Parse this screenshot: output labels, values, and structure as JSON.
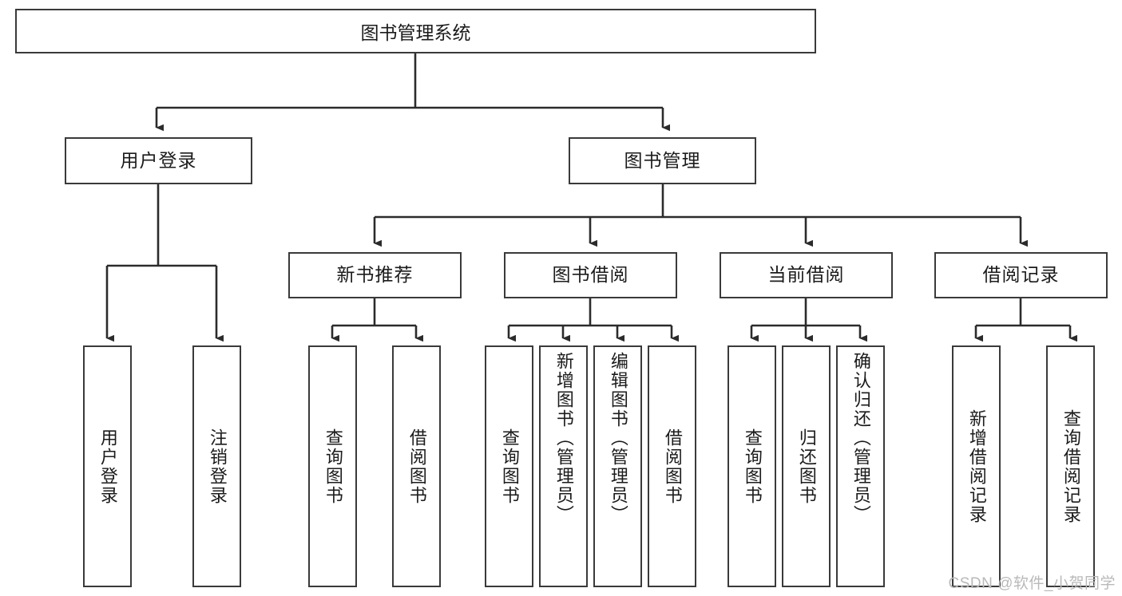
{
  "diagram": {
    "title": "图书管理系统",
    "type": "hierarchy-tree",
    "watermark": "CSDN @软件_小贺同学",
    "colors": {
      "background": "#ffffff",
      "box_border": "#3a3a3a",
      "connector": "#2b2b2b",
      "text": "#1b1b1b",
      "watermark": "#b9b9b9"
    },
    "root": {
      "label": "图书管理系统"
    },
    "level2": [
      {
        "label": "用户登录"
      },
      {
        "label": "图书管理"
      }
    ],
    "level3": [
      {
        "label": "新书推荐"
      },
      {
        "label": "图书借阅"
      },
      {
        "label": "当前借阅"
      },
      {
        "label": "借阅记录"
      }
    ],
    "leaves": {
      "user_login": [
        {
          "label": "用户登录"
        },
        {
          "label": "注销登录"
        }
      ],
      "new_book_recommend": [
        {
          "label": "查询图书"
        },
        {
          "label": "借阅图书"
        }
      ],
      "book_borrow": [
        {
          "label": "查询图书"
        },
        {
          "label": "新增图书（管理员）"
        },
        {
          "label": "编辑图书（管理员）"
        },
        {
          "label": "借阅图书"
        }
      ],
      "current_borrow": [
        {
          "label": "查询图书"
        },
        {
          "label": "归还图书"
        },
        {
          "label": "确认归还（管理员）"
        }
      ],
      "borrow_record": [
        {
          "label": "新增借阅记录"
        },
        {
          "label": "查询借阅记录"
        }
      ]
    }
  }
}
